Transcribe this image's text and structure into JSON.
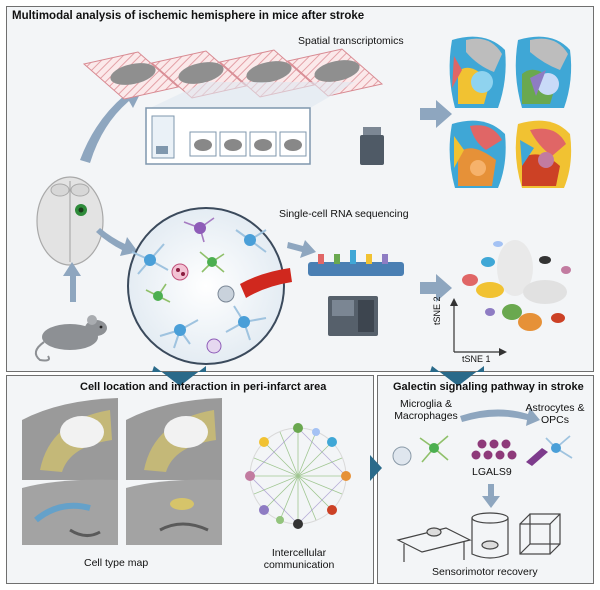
{
  "top_panel": {
    "title": "Multimodal analysis of ischemic hemisphere in mice after stroke",
    "spatial_label": "Spatial transcriptomics",
    "scrna_label": "Single-cell RNA sequencing",
    "tsne_x": "tSNE 1",
    "tsne_y": "tSNE 2"
  },
  "left_panel": {
    "title": "Cell location and interaction in peri-infarct area",
    "cell_type_map": "Cell type map",
    "intercellular_line1": "Intercellular",
    "intercellular_line2": "communication"
  },
  "right_panel": {
    "title": "Galectin signaling pathway in stroke",
    "microglia_line1": "Microglia &",
    "microglia_line2": "Macrophages",
    "astro_line1": "Astrocytes &",
    "astro_line2": "OPCs",
    "lgals9": "LGALS9",
    "sensorimotor": "Sensorimotor recovery"
  },
  "colors": {
    "arrow": "#7f98b3",
    "dark_arrow": "#2a6a8a",
    "brain_blue": "#8fc8e8",
    "microglia": "#4caf50",
    "astrocyte": "#4a9fd8",
    "lgals9": "#8e3a7a"
  }
}
